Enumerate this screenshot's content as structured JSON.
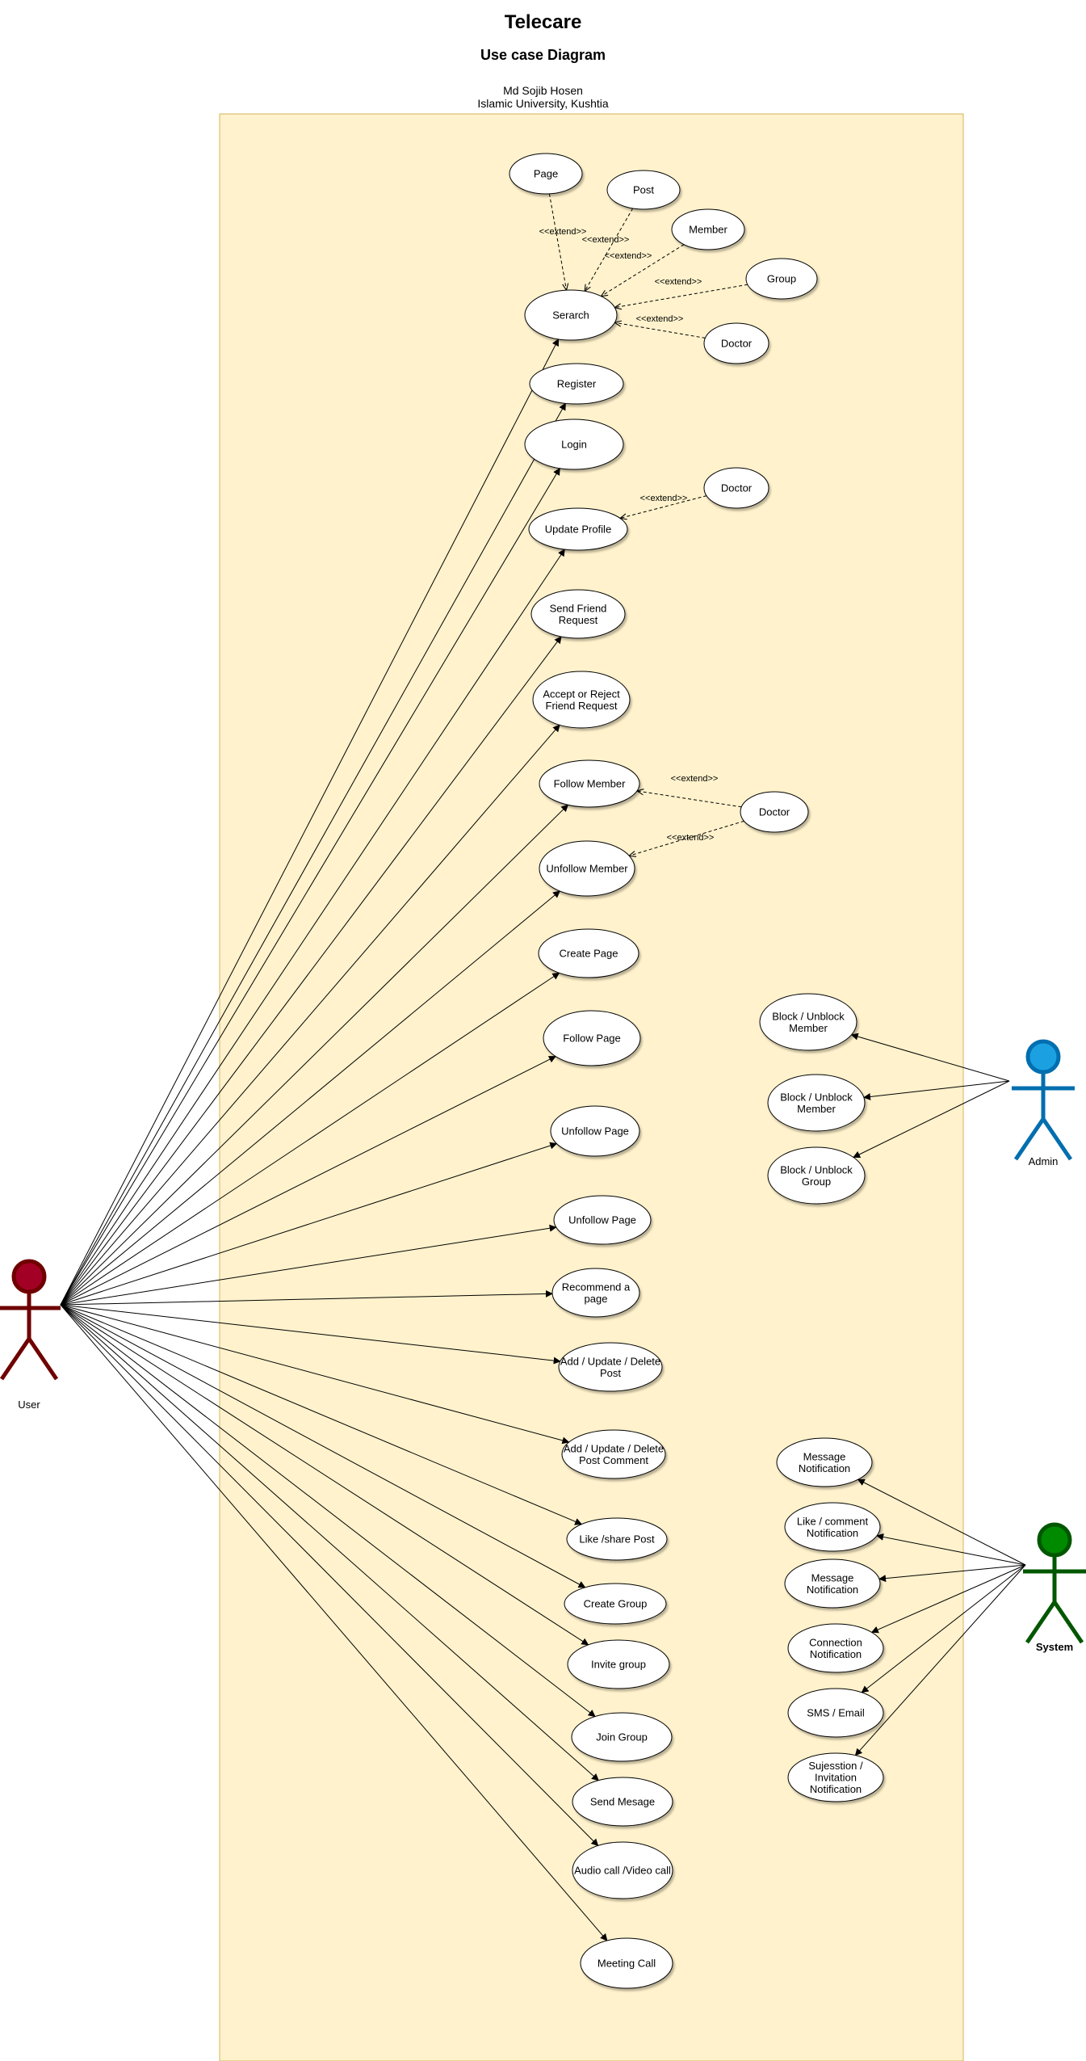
{
  "diagram": {
    "title": "Telecare",
    "subtitle": "Use case Diagram",
    "author": "Md Sojib Hosen",
    "institution": "Islamic University, Kushtia",
    "boundary_fill": "#fff2cc",
    "boundary_stroke": "#d6b656",
    "extend_label": "<<extend>>",
    "actors": [
      {
        "id": "user",
        "label": "User",
        "color": "#a20025",
        "stroke": "#6f0000"
      },
      {
        "id": "admin",
        "label": "Admin",
        "color": "#1ba1e2",
        "stroke": "#006eaf"
      },
      {
        "id": "system",
        "label": "System",
        "color": "#008a00",
        "stroke": "#005700"
      }
    ],
    "use_cases": [
      {
        "id": "page",
        "label": "Page"
      },
      {
        "id": "post",
        "label": "Post"
      },
      {
        "id": "member",
        "label": "Member"
      },
      {
        "id": "group",
        "label": "Group"
      },
      {
        "id": "doctor1",
        "label": "Doctor"
      },
      {
        "id": "search",
        "label": "Serarch"
      },
      {
        "id": "register",
        "label": "Register"
      },
      {
        "id": "login",
        "label": "Login"
      },
      {
        "id": "doctor2",
        "label": "Doctor"
      },
      {
        "id": "update_profile",
        "label": "Update Profile"
      },
      {
        "id": "send_friend",
        "label": "Send Friend\nRequest"
      },
      {
        "id": "accept_reject",
        "label": "Accept or Reject\nFriend Request"
      },
      {
        "id": "follow_member",
        "label": "Follow Member"
      },
      {
        "id": "doctor3",
        "label": "Doctor"
      },
      {
        "id": "unfollow_member",
        "label": "Unfollow Member"
      },
      {
        "id": "create_page",
        "label": "Create Page"
      },
      {
        "id": "follow_page",
        "label": "Follow Page"
      },
      {
        "id": "unfollow_page1",
        "label": "Unfollow Page"
      },
      {
        "id": "unfollow_page2",
        "label": "Unfollow Page"
      },
      {
        "id": "recommend_page",
        "label": "Recommend a\npage"
      },
      {
        "id": "add_post",
        "label": "Add / Update / Delete\nPost"
      },
      {
        "id": "add_comment",
        "label": "Add / Update / Delete\nPost Comment"
      },
      {
        "id": "like_share",
        "label": "Like /share Post"
      },
      {
        "id": "create_group",
        "label": "Create Group"
      },
      {
        "id": "invite_group",
        "label": "Invite group"
      },
      {
        "id": "join_group",
        "label": "Join Group"
      },
      {
        "id": "send_message",
        "label": "Send Mesage"
      },
      {
        "id": "audio_video",
        "label": "Audio call /Video call"
      },
      {
        "id": "meeting_call",
        "label": "Meeting Call"
      },
      {
        "id": "block_member1",
        "label": "Block  / Unblock\nMember"
      },
      {
        "id": "block_member2",
        "label": "Block  / Unblock\nMember"
      },
      {
        "id": "block_group",
        "label": "Block  / Unblock\nGroup"
      },
      {
        "id": "msg_notif1",
        "label": "Message\nNotification"
      },
      {
        "id": "like_notif",
        "label": "Like / comment\nNotification"
      },
      {
        "id": "msg_notif2",
        "label": "Message\nNotification"
      },
      {
        "id": "conn_notif",
        "label": "Connection\nNotification"
      },
      {
        "id": "sms_email",
        "label": "SMS / Email"
      },
      {
        "id": "suggest_notif",
        "label": "Sujesstion /\nInvitation\nNotification"
      }
    ],
    "associations": [
      {
        "actor": "user",
        "targets": [
          "search",
          "register",
          "login",
          "update_profile",
          "send_friend",
          "accept_reject",
          "follow_member",
          "unfollow_member",
          "create_page",
          "follow_page",
          "unfollow_page1",
          "unfollow_page2",
          "recommend_page",
          "add_post",
          "add_comment",
          "like_share",
          "create_group",
          "invite_group",
          "join_group",
          "send_message",
          "audio_video",
          "meeting_call"
        ]
      },
      {
        "actor": "admin",
        "targets": [
          "block_member1",
          "block_member2",
          "block_group"
        ]
      },
      {
        "actor": "system",
        "targets": [
          "msg_notif1",
          "like_notif",
          "msg_notif2",
          "conn_notif",
          "sms_email",
          "suggest_notif"
        ]
      }
    ],
    "extends": [
      {
        "from": "page",
        "to": "search"
      },
      {
        "from": "post",
        "to": "search"
      },
      {
        "from": "member",
        "to": "search"
      },
      {
        "from": "group",
        "to": "search"
      },
      {
        "from": "doctor1",
        "to": "search"
      },
      {
        "from": "doctor2",
        "to": "update_profile"
      },
      {
        "from": "doctor3",
        "to": "follow_member"
      },
      {
        "from": "doctor3",
        "to": "unfollow_member"
      }
    ]
  }
}
